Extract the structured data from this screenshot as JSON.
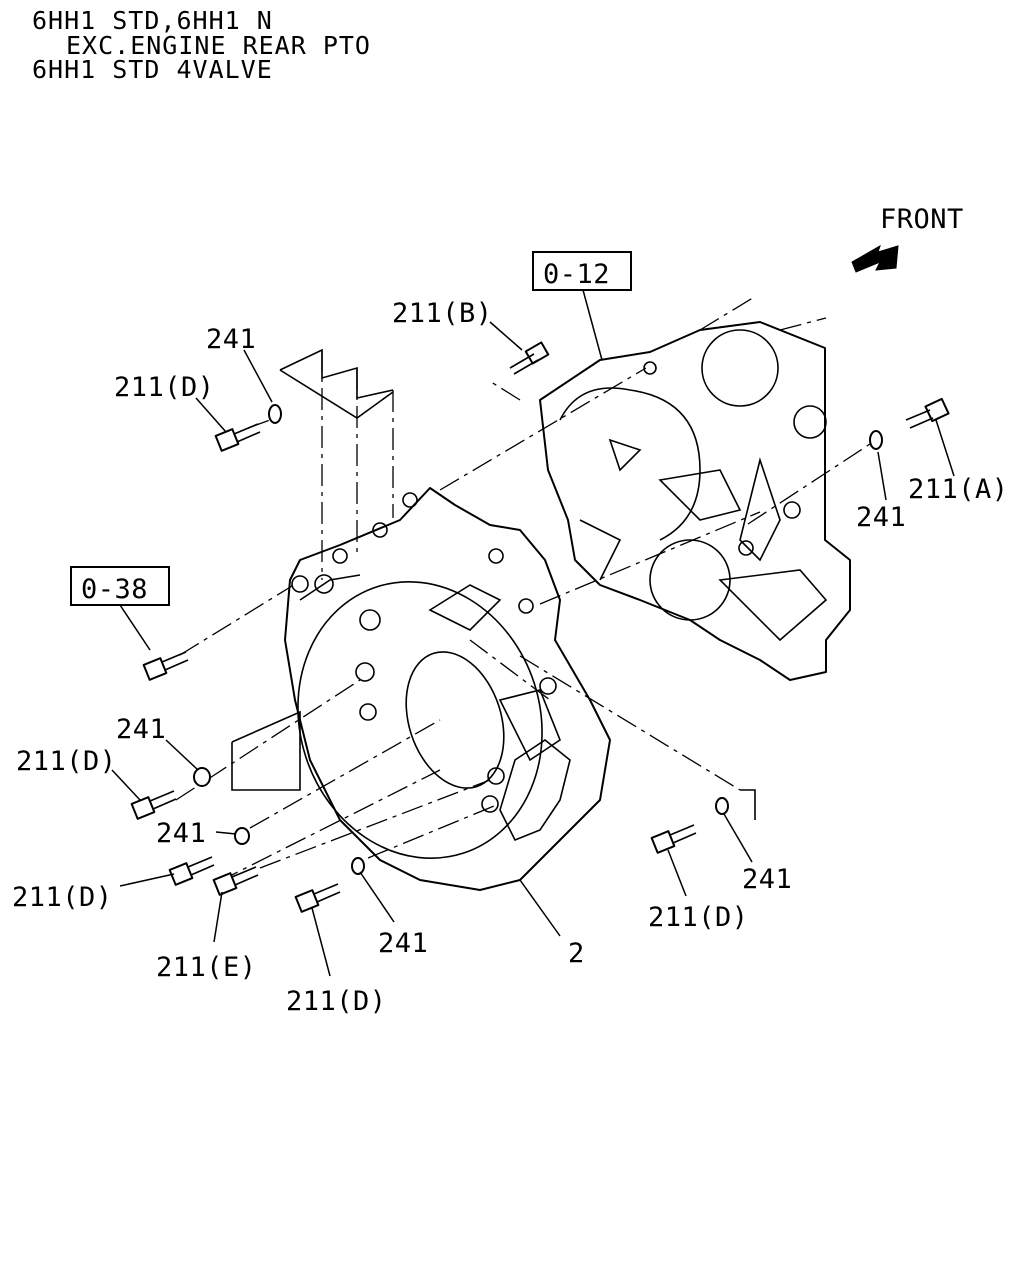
{
  "header": {
    "line1": "6HH1 STD,6HH1 N",
    "line2": "EXC.ENGINE REAR PTO",
    "line3": "6HH1 STD 4VALVE"
  },
  "direction": {
    "label": "FRONT"
  },
  "refs": {
    "block": "0-12",
    "flywheel": "0-38"
  },
  "callouts": {
    "bolt_b": "211(B)",
    "bolt_a": "211(A)",
    "bolt_e": "211(E)",
    "bolt_d": "211(D)",
    "washer": "241",
    "housing": "2"
  }
}
